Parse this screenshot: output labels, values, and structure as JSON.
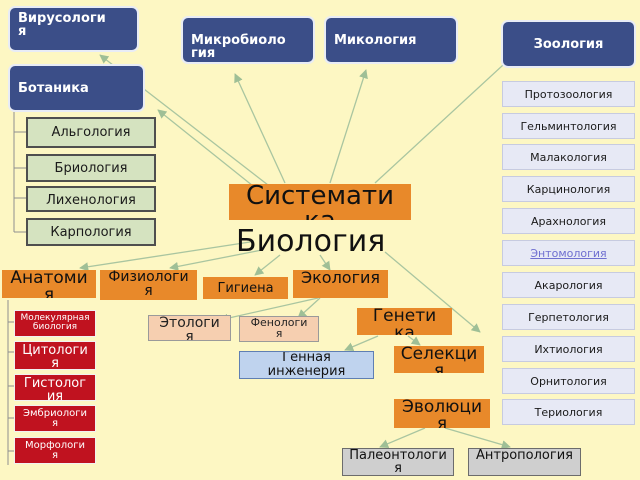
{
  "top": {
    "virusology": "Вирусология",
    "microbiology": "Микробиология",
    "mycology": "Микология",
    "zoology": "Зоология",
    "botany": "Ботаника"
  },
  "botany_items": [
    "Альгология",
    "Бриология",
    "Лихенология",
    "Карпология"
  ],
  "zoology_items": [
    "Протозоология",
    "Гельминтология",
    "Малакология",
    "Карцинология",
    "Арахнология",
    "Энтомология",
    "Акарология",
    "Герпетология",
    "Ихтиология",
    "Орнитология",
    "Териология"
  ],
  "center": {
    "systematics": "Систематика",
    "biology": "Биология"
  },
  "middle": {
    "anatomy": "Анатомия",
    "physiology": "Физиология",
    "hygiene": "Гигиена",
    "ecology": "Экология",
    "ethology": "Этология",
    "phenology": "Фенология",
    "genetics": "Генетика",
    "genetic_engineering": "Генная инженерия",
    "selection": "Селекция",
    "evolution": "Эволюция",
    "paleontology": "Палеонтология",
    "anthropology": "Антропология"
  },
  "anatomy_items": [
    "Молекулярная биология",
    "Цитология",
    "Гистология",
    "Эмбриология",
    "Морфология"
  ],
  "colors": {
    "background": "#fdf7c3",
    "navy": "#3b4e88",
    "orange": "#e8892a",
    "red": "#c0121f",
    "green": "#d5e3c0",
    "lavender": "#e7e9f5",
    "arrow": "#a9c5a0"
  }
}
